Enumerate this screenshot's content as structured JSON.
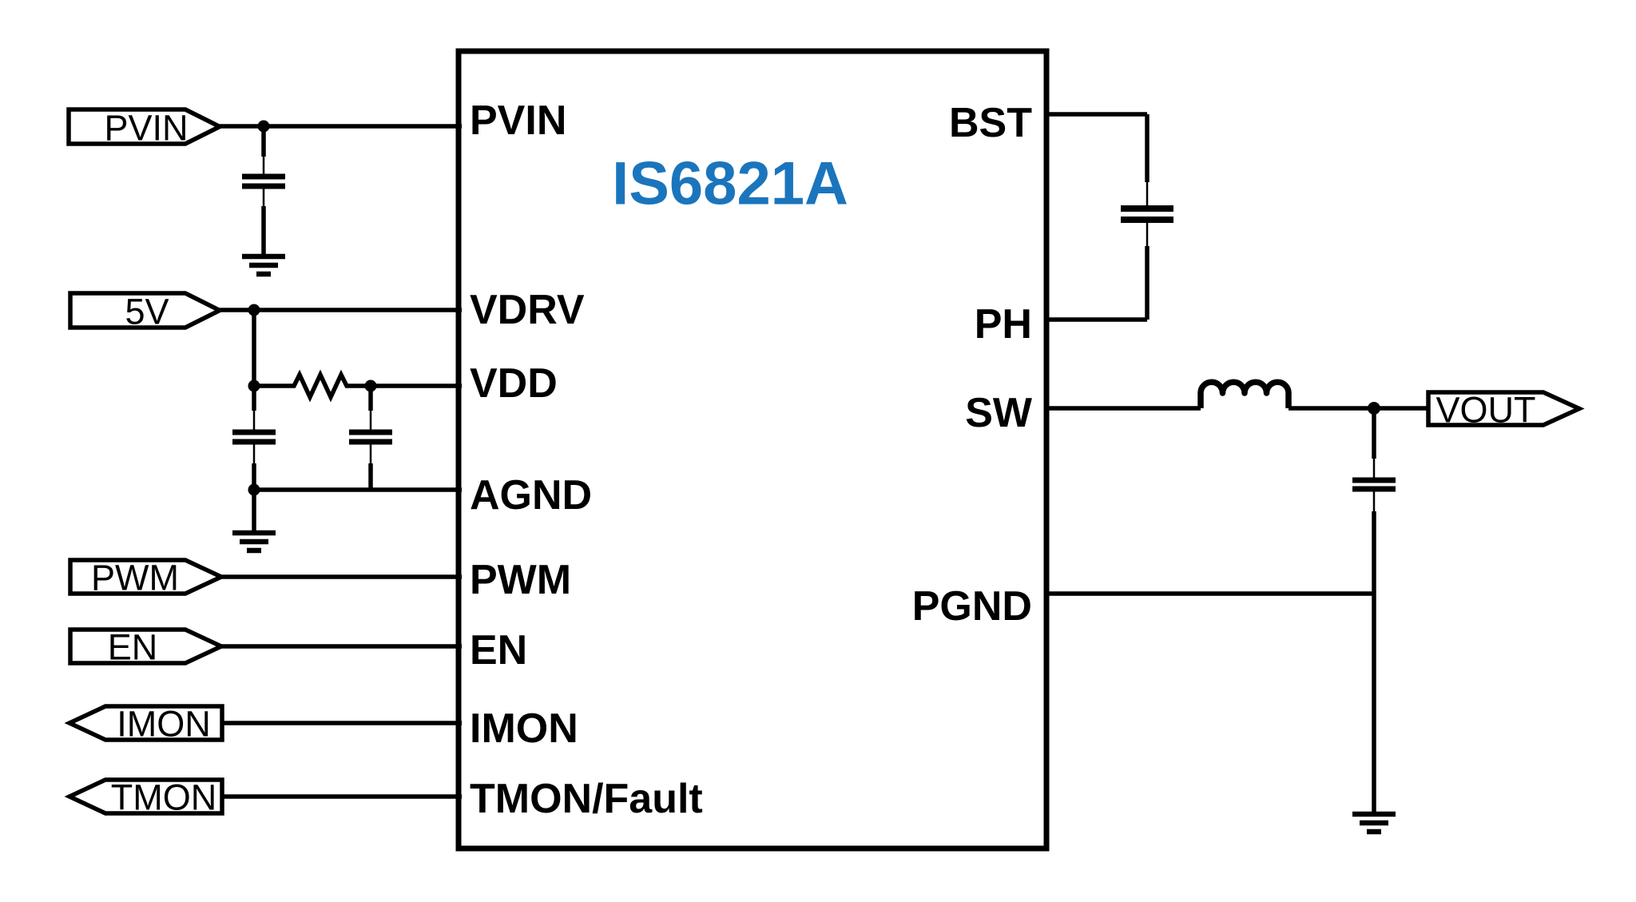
{
  "ic": {
    "part_number": "IS6821A",
    "left_pins": [
      {
        "label": "PVIN"
      },
      {
        "label": "VDRV"
      },
      {
        "label": "VDD"
      },
      {
        "label": "AGND"
      },
      {
        "label": "PWM"
      },
      {
        "label": "EN"
      },
      {
        "label": "IMON"
      },
      {
        "label": "TMON/Fault"
      }
    ],
    "right_pins": [
      {
        "label": "BST"
      },
      {
        "label": "PH"
      },
      {
        "label": "SW"
      },
      {
        "label": "PGND"
      }
    ]
  },
  "flags": {
    "pvin": {
      "label": "PVIN",
      "direction": "input"
    },
    "v5": {
      "label": "5V",
      "direction": "input"
    },
    "pwm": {
      "label": "PWM",
      "direction": "input"
    },
    "en": {
      "label": "EN",
      "direction": "input"
    },
    "imon": {
      "label": "IMON",
      "direction": "output"
    },
    "tmon": {
      "label": "TMON",
      "direction": "output"
    },
    "vout": {
      "label": "VOUT",
      "direction": "output"
    }
  },
  "colors": {
    "ic_name_blue": "#1B75BC",
    "line": "#000000",
    "background": "#FFFFFF"
  }
}
